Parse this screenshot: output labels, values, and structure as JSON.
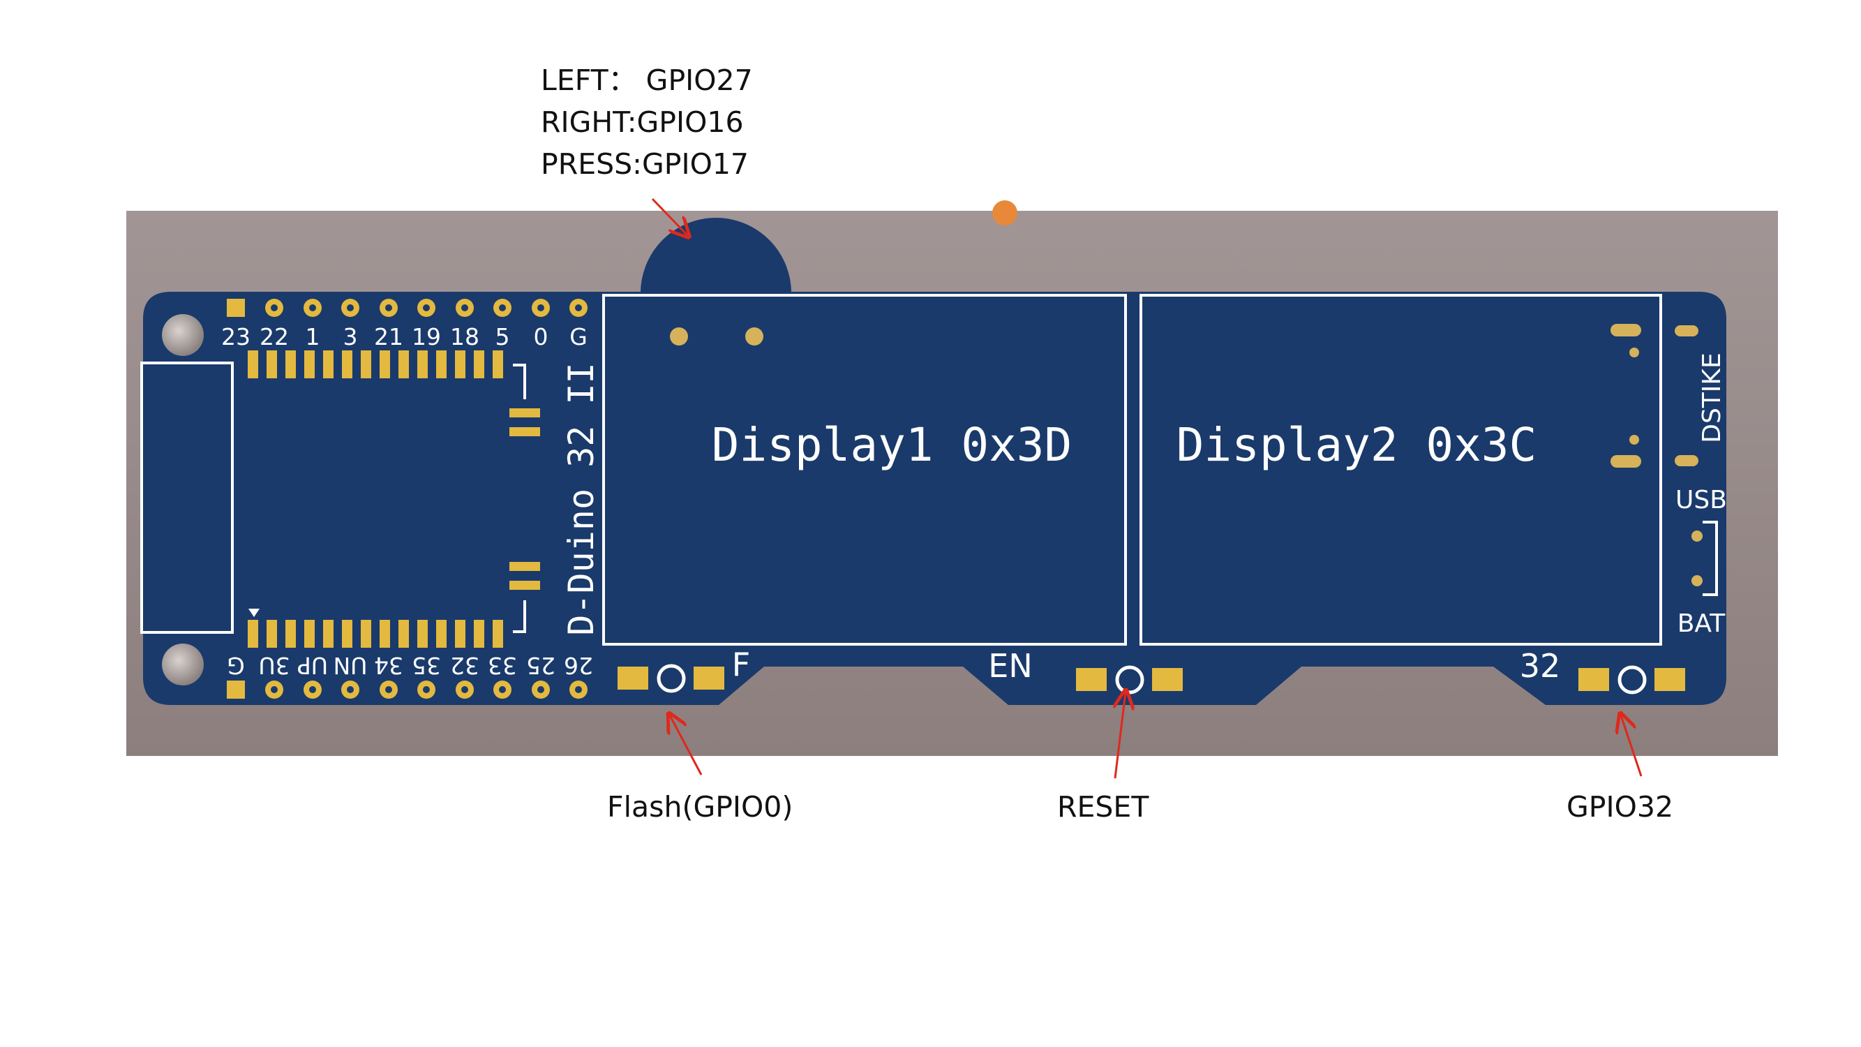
{
  "annotations": {
    "joystick": [
      "LEFT： GPIO27",
      "RIGHT:GPIO16",
      "PRESS:GPIO17"
    ],
    "flash": "Flash(GPIO0)",
    "reset": "RESET",
    "gpio32": "GPIO32"
  },
  "board": {
    "display1": "Display1 0x3D",
    "display2": "Display2 0x3C",
    "model": "D-Duino 32 II",
    "brand": "DSTIKE",
    "usb": "USB",
    "bat": "BAT",
    "flash_label": "F",
    "en_label": "EN",
    "gpio32_label": "32",
    "top_pins": [
      "23",
      "22",
      "1",
      "3",
      "21",
      "19",
      "18",
      "5",
      "0",
      "G"
    ],
    "bottom_pins": [
      "G",
      "3U",
      "UP",
      "UN",
      "34",
      "35",
      "32",
      "33",
      "25",
      "26"
    ]
  },
  "colors": {
    "pcb": "#1a3a6b",
    "background": "#9a8e8e",
    "gold": "#e3b93f",
    "silkscreen": "#ffffff",
    "arrow": "#e0281c",
    "led": "#e8893a"
  }
}
